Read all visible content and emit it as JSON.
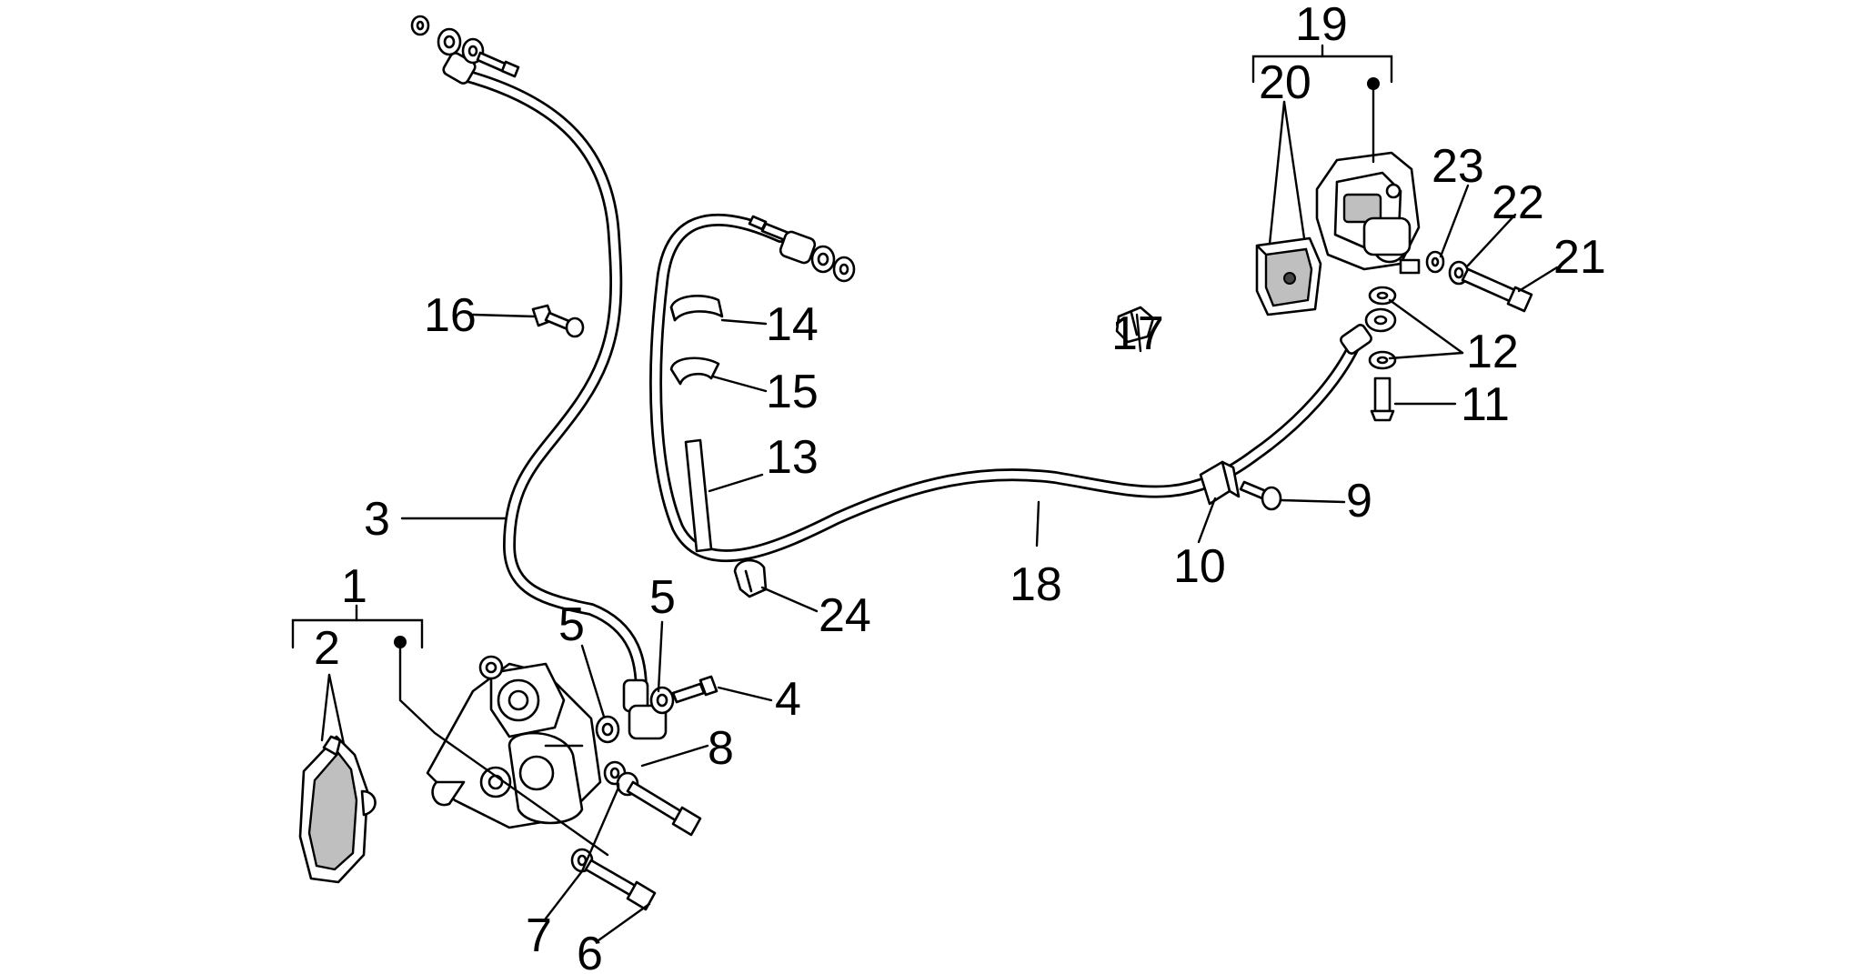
{
  "callouts": {
    "c1": "1",
    "c2": "2",
    "c3": "3",
    "c4": "4",
    "c5a": "5",
    "c5b": "5",
    "c6": "6",
    "c7": "7",
    "c8": "8",
    "c9": "9",
    "c10": "10",
    "c11": "11",
    "c12": "12",
    "c13": "13",
    "c14": "14",
    "c15": "15",
    "c16": "16",
    "c17": "17",
    "c18": "18",
    "c19": "19",
    "c20": "20",
    "c21": "21",
    "c22": "22",
    "c23": "23",
    "c24": "24"
  },
  "colors": {
    "line": "#000000",
    "background": "#ffffff",
    "shade": "#bfbfbf"
  }
}
